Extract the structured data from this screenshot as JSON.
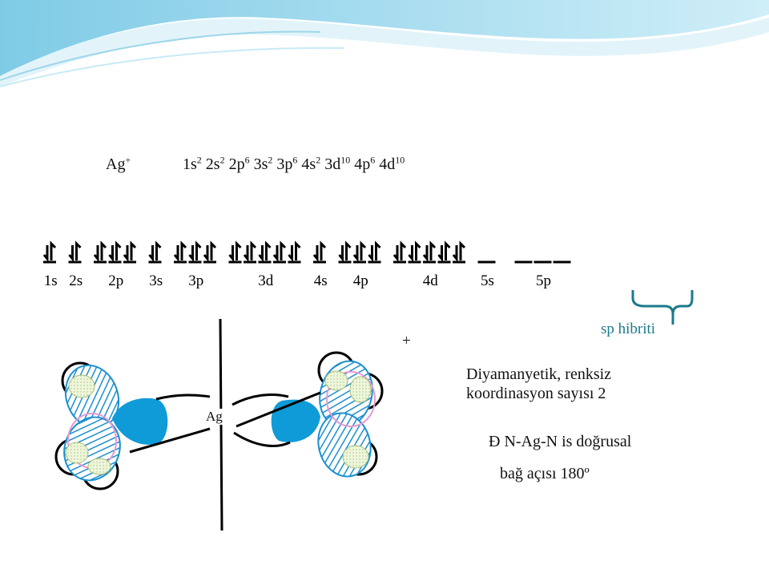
{
  "ion": {
    "symbol": "Ag",
    "charge": "+"
  },
  "configuration": [
    {
      "orbital": "1s",
      "electrons": "2"
    },
    {
      "orbital": "2s",
      "electrons": "2"
    },
    {
      "orbital": "2p",
      "electrons": "6"
    },
    {
      "orbital": "3s",
      "electrons": "2"
    },
    {
      "orbital": "3p",
      "electrons": "6"
    },
    {
      "orbital": "4s",
      "electrons": "2"
    },
    {
      "orbital": "3d",
      "electrons": "10"
    },
    {
      "orbital": "4p",
      "electrons": "6"
    },
    {
      "orbital": "4d",
      "electrons": "10"
    }
  ],
  "subshells": [
    {
      "label": "1s",
      "boxes": 1,
      "filled": true
    },
    {
      "label": "2s",
      "boxes": 1,
      "filled": true
    },
    {
      "label": "2p",
      "boxes": 3,
      "filled": true
    },
    {
      "label": "3s",
      "boxes": 1,
      "filled": true
    },
    {
      "label": "3p",
      "boxes": 3,
      "filled": true
    },
    {
      "label": "3d",
      "boxes": 5,
      "filled": true
    },
    {
      "label": "4s",
      "boxes": 1,
      "filled": true
    },
    {
      "label": "4p",
      "boxes": 3,
      "filled": true
    },
    {
      "label": "4d",
      "boxes": 5,
      "filled": true
    },
    {
      "label": "5s",
      "boxes": 1,
      "filled": false
    },
    {
      "label": "5p",
      "boxes": 3,
      "filled": false
    }
  ],
  "hybrid_label": "sp hibriti",
  "plus_sign": "+",
  "center_atom_label": "Ag",
  "notes": {
    "line1": "Diyamanyetik, renksiz",
    "line2": "koordinasyon sayısı 2",
    "linear": "Ð N-Ag-N is doğrusal",
    "angle": "bağ açısı 180º"
  },
  "colors": {
    "orbital_blue": "#0f9bd7",
    "hatch_blue": "#1a8fd0",
    "bracket_teal": "#1b7a8c",
    "wave_light": "#bfe4f2",
    "wave_dark": "#5bbfe0"
  }
}
